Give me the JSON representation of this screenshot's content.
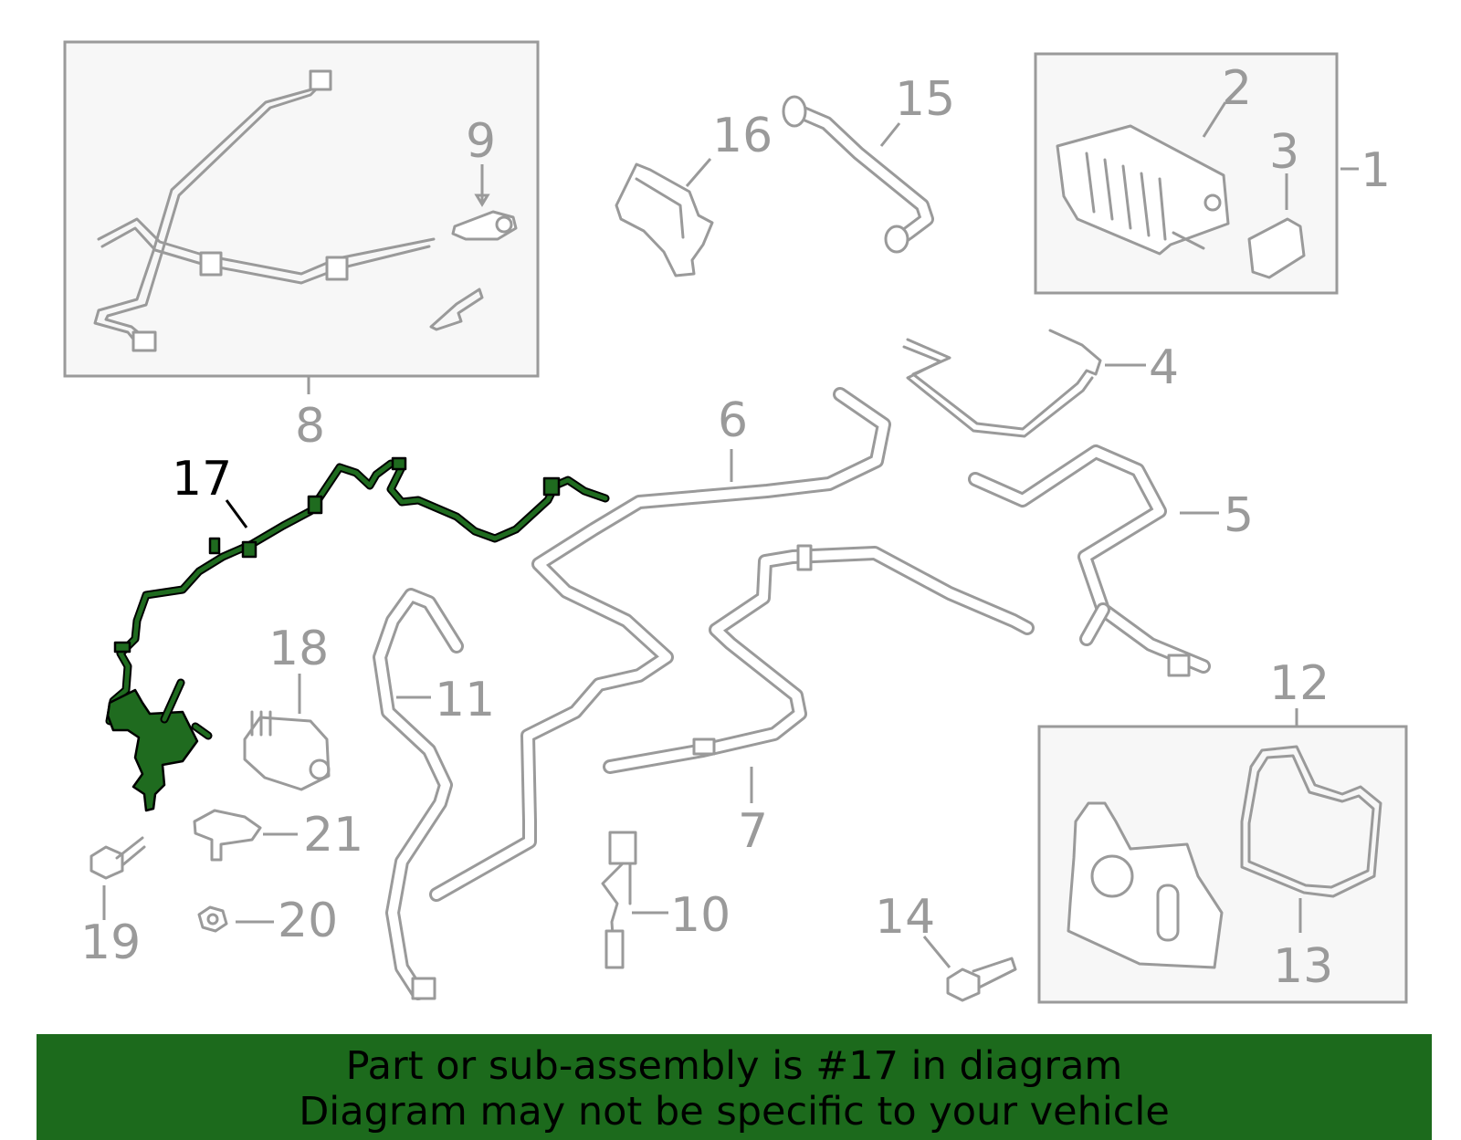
{
  "diagram": {
    "highlighted_part": "17",
    "callouts": [
      {
        "id": "c1",
        "text": "1"
      },
      {
        "id": "c2",
        "text": "2"
      },
      {
        "id": "c3",
        "text": "3"
      },
      {
        "id": "c4",
        "text": "4"
      },
      {
        "id": "c5",
        "text": "5"
      },
      {
        "id": "c6",
        "text": "6"
      },
      {
        "id": "c7",
        "text": "7"
      },
      {
        "id": "c8",
        "text": "8"
      },
      {
        "id": "c9",
        "text": "9"
      },
      {
        "id": "c10",
        "text": "10"
      },
      {
        "id": "c11",
        "text": "11"
      },
      {
        "id": "c12",
        "text": "12"
      },
      {
        "id": "c13",
        "text": "13"
      },
      {
        "id": "c14",
        "text": "14"
      },
      {
        "id": "c15",
        "text": "15"
      },
      {
        "id": "c16",
        "text": "16"
      },
      {
        "id": "c17",
        "text": "17"
      },
      {
        "id": "c18",
        "text": "18"
      },
      {
        "id": "c19",
        "text": "19"
      },
      {
        "id": "c20",
        "text": "20"
      },
      {
        "id": "c21",
        "text": "21"
      }
    ],
    "colors": {
      "line": "#9a9a9a",
      "highlight": "#1f6b1f",
      "banner": "#1c6a1c",
      "box_fill": "#f7f7f7"
    }
  },
  "banner": {
    "line1": "Part or sub-assembly is #17 in diagram",
    "line2": "Diagram may not be specific to your vehicle"
  }
}
